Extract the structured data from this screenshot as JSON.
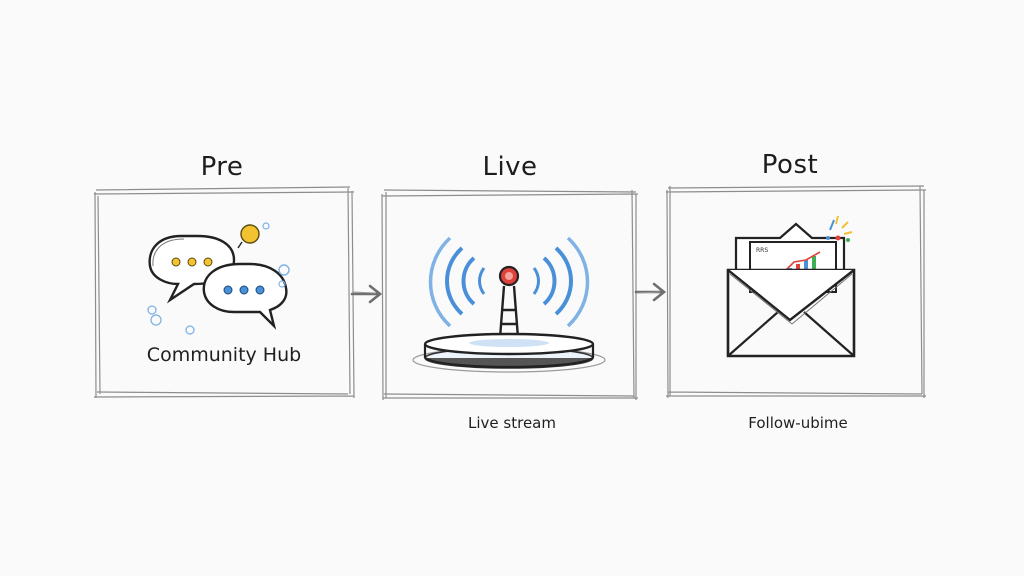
{
  "phases": [
    {
      "title": "Pre",
      "icon": "chat-bubbles-icon",
      "inner_label": "Community Hub",
      "caption": ""
    },
    {
      "title": "Live",
      "icon": "broadcast-antenna-icon",
      "inner_label": "",
      "caption": "Live stream"
    },
    {
      "title": "Post",
      "icon": "envelope-report-icon",
      "inner_label": "",
      "caption": "Follow-ubime"
    }
  ],
  "colors": {
    "ink": "#222222",
    "accent_blue": "#4a90d9",
    "accent_yellow": "#f2c230",
    "accent_red": "#e0413a",
    "accent_green": "#3fae58"
  }
}
